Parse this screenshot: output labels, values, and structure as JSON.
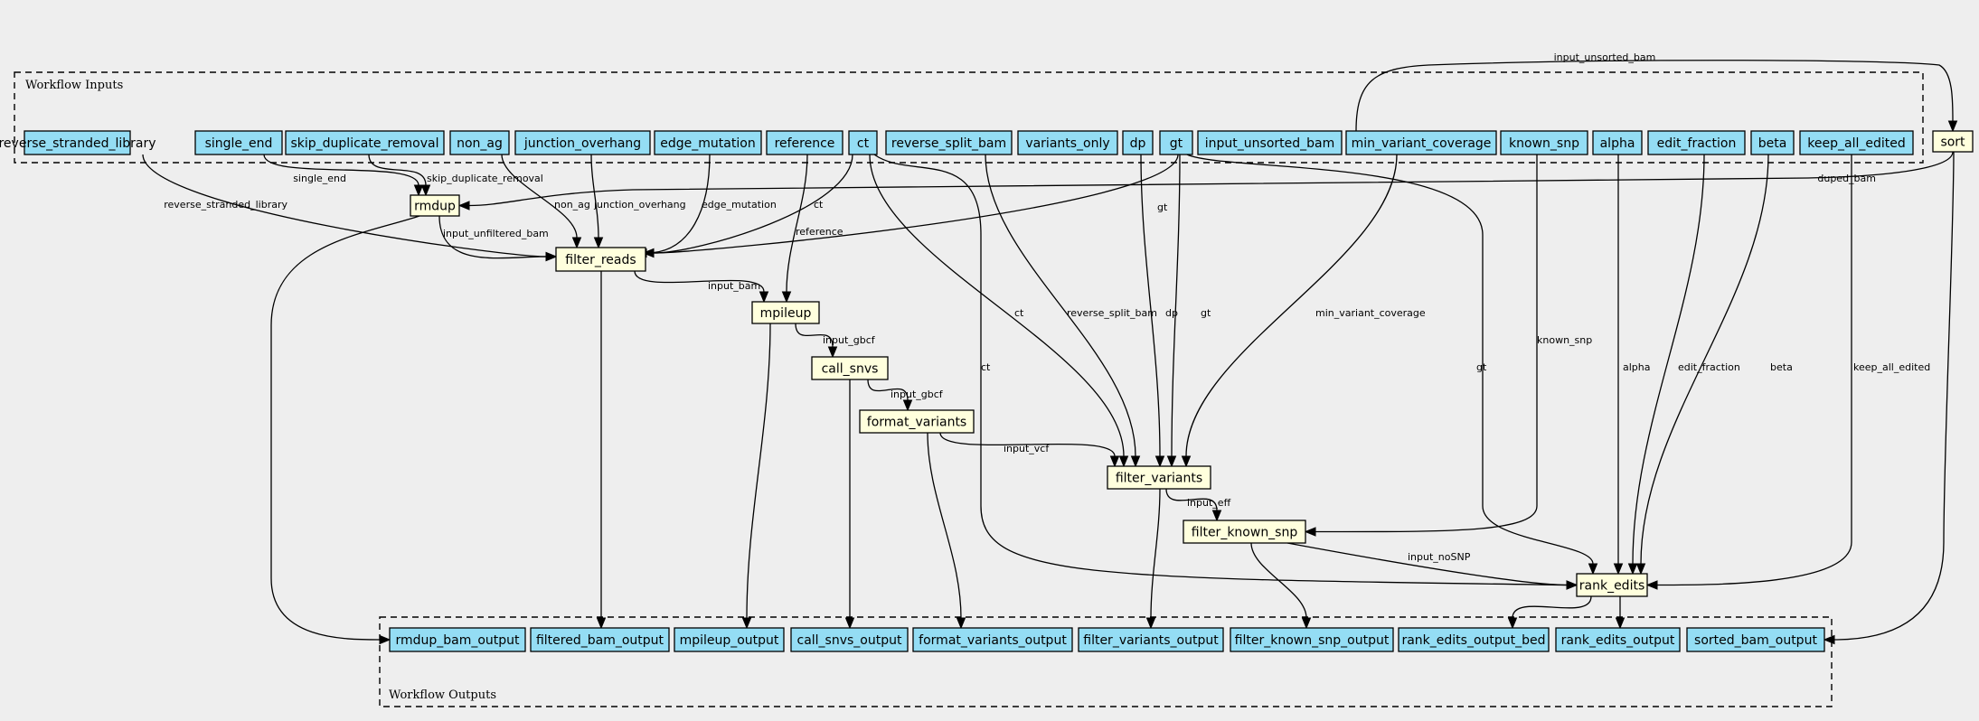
{
  "graph": {
    "inputs_title": "Workflow Inputs",
    "outputs_title": "Workflow Outputs"
  },
  "nodes": [
    {
      "id": "reverse_stranded_library",
      "label": "reverse_stranded_library",
      "kind": "input"
    },
    {
      "id": "single_end",
      "label": "single_end",
      "kind": "input"
    },
    {
      "id": "skip_duplicate_removal",
      "label": "skip_duplicate_removal",
      "kind": "input"
    },
    {
      "id": "non_ag",
      "label": "non_ag",
      "kind": "input"
    },
    {
      "id": "junction_overhang",
      "label": "junction_overhang",
      "kind": "input"
    },
    {
      "id": "edge_mutation",
      "label": "edge_mutation",
      "kind": "input"
    },
    {
      "id": "reference",
      "label": "reference",
      "kind": "input"
    },
    {
      "id": "ct",
      "label": "ct",
      "kind": "input"
    },
    {
      "id": "reverse_split_bam",
      "label": "reverse_split_bam",
      "kind": "input"
    },
    {
      "id": "variants_only",
      "label": "variants_only",
      "kind": "input"
    },
    {
      "id": "dp",
      "label": "dp",
      "kind": "input"
    },
    {
      "id": "gt",
      "label": "gt",
      "kind": "input"
    },
    {
      "id": "input_unsorted_bam",
      "label": "input_unsorted_bam",
      "kind": "input"
    },
    {
      "id": "min_variant_coverage",
      "label": "min_variant_coverage",
      "kind": "input"
    },
    {
      "id": "known_snp",
      "label": "known_snp",
      "kind": "input"
    },
    {
      "id": "alpha",
      "label": "alpha",
      "kind": "input"
    },
    {
      "id": "edit_fraction",
      "label": "edit_fraction",
      "kind": "input"
    },
    {
      "id": "beta",
      "label": "beta",
      "kind": "input"
    },
    {
      "id": "keep_all_edited",
      "label": "keep_all_edited",
      "kind": "input"
    },
    {
      "id": "sort",
      "label": "sort",
      "kind": "step"
    },
    {
      "id": "rmdup",
      "label": "rmdup",
      "kind": "step"
    },
    {
      "id": "filter_reads",
      "label": "filter_reads",
      "kind": "step"
    },
    {
      "id": "mpileup",
      "label": "mpileup",
      "kind": "step"
    },
    {
      "id": "call_snvs",
      "label": "call_snvs",
      "kind": "step"
    },
    {
      "id": "format_variants",
      "label": "format_variants",
      "kind": "step"
    },
    {
      "id": "filter_variants",
      "label": "filter_variants",
      "kind": "step"
    },
    {
      "id": "filter_known_snp",
      "label": "filter_known_snp",
      "kind": "step"
    },
    {
      "id": "rank_edits",
      "label": "rank_edits",
      "kind": "step"
    },
    {
      "id": "rmdup_bam_output",
      "label": "rmdup_bam_output",
      "kind": "output"
    },
    {
      "id": "filtered_bam_output",
      "label": "filtered_bam_output",
      "kind": "output"
    },
    {
      "id": "mpileup_output",
      "label": "mpileup_output",
      "kind": "output"
    },
    {
      "id": "call_snvs_output",
      "label": "call_snvs_output",
      "kind": "output"
    },
    {
      "id": "format_variants_output",
      "label": "format_variants_output",
      "kind": "output"
    },
    {
      "id": "filter_variants_output",
      "label": "filter_variants_output",
      "kind": "output"
    },
    {
      "id": "filter_known_snp_output",
      "label": "filter_known_snp_output",
      "kind": "output"
    },
    {
      "id": "rank_edits_output_bed",
      "label": "rank_edits_output_bed",
      "kind": "output"
    },
    {
      "id": "rank_edits_output",
      "label": "rank_edits_output",
      "kind": "output"
    },
    {
      "id": "sorted_bam_output",
      "label": "sorted_bam_output",
      "kind": "output"
    }
  ],
  "edges": [
    {
      "from": "input_unsorted_bam",
      "to": "sort",
      "label": "input_unsorted_bam"
    },
    {
      "from": "sort",
      "to": "rmdup",
      "label": "duped_bam"
    },
    {
      "from": "single_end",
      "to": "rmdup",
      "label": "single_end"
    },
    {
      "from": "skip_duplicate_removal",
      "to": "rmdup",
      "label": "skip_duplicate_removal"
    },
    {
      "from": "reverse_stranded_library",
      "to": "filter_reads",
      "label": "reverse_stranded_library"
    },
    {
      "from": "rmdup",
      "to": "filter_reads",
      "label": "input_unfiltered_bam"
    },
    {
      "from": "non_ag",
      "to": "filter_reads",
      "label": "non_ag"
    },
    {
      "from": "junction_overhang",
      "to": "filter_reads",
      "label": "junction_overhang"
    },
    {
      "from": "edge_mutation",
      "to": "filter_reads",
      "label": "edge_mutation"
    },
    {
      "from": "ct",
      "to": "filter_reads",
      "label": "ct"
    },
    {
      "from": "gt",
      "to": "filter_reads",
      "label": "gt"
    },
    {
      "from": "reference",
      "to": "mpileup",
      "label": "reference"
    },
    {
      "from": "filter_reads",
      "to": "mpileup",
      "label": "input_bam"
    },
    {
      "from": "mpileup",
      "to": "call_snvs",
      "label": "input_gbcf"
    },
    {
      "from": "call_snvs",
      "to": "format_variants",
      "label": "input_gbcf"
    },
    {
      "from": "format_variants",
      "to": "filter_variants",
      "label": "input_vcf"
    },
    {
      "from": "ct",
      "to": "filter_variants",
      "label": "ct"
    },
    {
      "from": "reverse_split_bam",
      "to": "filter_variants",
      "label": "reverse_split_bam"
    },
    {
      "from": "dp",
      "to": "filter_variants",
      "label": "dp"
    },
    {
      "from": "gt",
      "to": "filter_variants",
      "label": "gt"
    },
    {
      "from": "min_variant_coverage",
      "to": "filter_variants",
      "label": "min_variant_coverage"
    },
    {
      "from": "filter_variants",
      "to": "filter_known_snp",
      "label": "input_eff"
    },
    {
      "from": "known_snp",
      "to": "filter_known_snp",
      "label": "known_snp"
    },
    {
      "from": "filter_known_snp",
      "to": "rank_edits",
      "label": "input_noSNP"
    },
    {
      "from": "ct",
      "to": "rank_edits",
      "label": "ct"
    },
    {
      "from": "gt",
      "to": "rank_edits",
      "label": "gt"
    },
    {
      "from": "alpha",
      "to": "rank_edits",
      "label": "alpha"
    },
    {
      "from": "edit_fraction",
      "to": "rank_edits",
      "label": "edit_fraction"
    },
    {
      "from": "beta",
      "to": "rank_edits",
      "label": "beta"
    },
    {
      "from": "keep_all_edited",
      "to": "rank_edits",
      "label": "keep_all_edited"
    },
    {
      "from": "rmdup",
      "to": "rmdup_bam_output",
      "label": ""
    },
    {
      "from": "filter_reads",
      "to": "filtered_bam_output",
      "label": ""
    },
    {
      "from": "mpileup",
      "to": "mpileup_output",
      "label": ""
    },
    {
      "from": "call_snvs",
      "to": "call_snvs_output",
      "label": ""
    },
    {
      "from": "format_variants",
      "to": "format_variants_output",
      "label": ""
    },
    {
      "from": "filter_variants",
      "to": "filter_variants_output",
      "label": ""
    },
    {
      "from": "filter_known_snp",
      "to": "filter_known_snp_output",
      "label": ""
    },
    {
      "from": "rank_edits",
      "to": "rank_edits_output_bed",
      "label": ""
    },
    {
      "from": "rank_edits",
      "to": "rank_edits_output",
      "label": ""
    },
    {
      "from": "sort",
      "to": "sorted_bam_output",
      "label": ""
    }
  ]
}
